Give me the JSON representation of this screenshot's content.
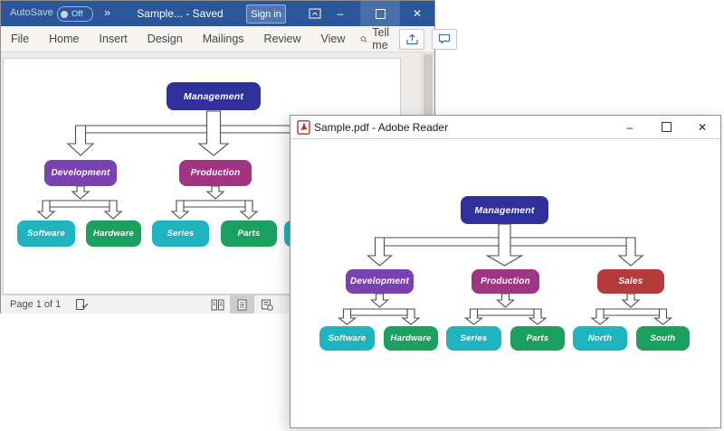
{
  "word": {
    "titlebar": {
      "autosave": "AutoSave",
      "autosave_state": "Off",
      "overflow_glyph": "»",
      "title": "Sample... - Saved",
      "signin": "Sign in",
      "minimize_glyph": "–",
      "close_glyph": "✕"
    },
    "ribbon": {
      "tabs": [
        "File",
        "Home",
        "Insert",
        "Design",
        "Mailings",
        "Review",
        "View"
      ],
      "tellme": "Tell me"
    },
    "status": {
      "page": "Page 1 of 1"
    },
    "chart": {
      "root": "Management",
      "l2": [
        "Development",
        "Production"
      ],
      "l3": [
        "Software",
        "Hardware",
        "Series",
        "Parts"
      ]
    }
  },
  "adobe": {
    "title": "Sample.pdf - Adobe Reader",
    "minimize_glyph": "–",
    "close_glyph": "✕",
    "chart": {
      "root": "Management",
      "l2": [
        "Development",
        "Production",
        "Sales"
      ],
      "l3": [
        "Software",
        "Hardware",
        "Series",
        "Parts",
        "North",
        "South"
      ]
    }
  },
  "colors": {
    "word_blue": "#2b579a",
    "indigo": "#30309c",
    "purple": "#7a42b0",
    "magenta": "#a23484",
    "red": "#b43b3b",
    "teal": "#1eb5c0",
    "green": "#1aa05f",
    "connector": "#4d4d4d"
  }
}
